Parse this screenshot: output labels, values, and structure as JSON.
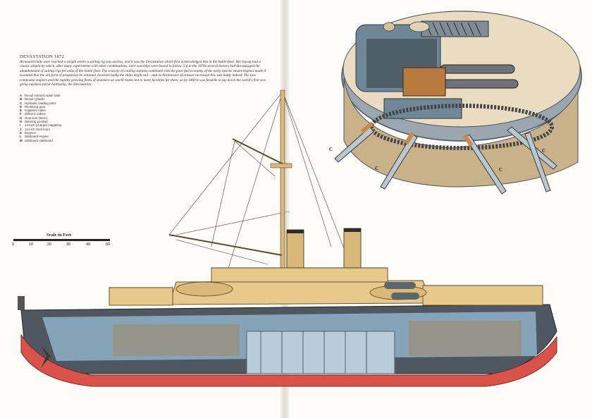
{
  "caption": {
    "title": "DEVASTATION 1872",
    "body": "Armoured hulls were reached a weight where a sailing rig was useless, and it was the Devastation which first acknowledged this in the battle-fleet. Her layout had a classic simplicity which, after many experiments with other combinations, later warships were bound to follow. Up to the 1870s several factors had discouraged the abandonment of sailing rigs for units of the battle-fleet. The scarcity of coaling stations combined with the poor fuel economy of the early marine steam-engines made it essential that the old form of propulsion be retained, however badly the ships might sail – and as thicknesses of armour increased this was badly indeed. The new compound engines and the rapidly growing fleets of steamers on world routes led to more facilities for them; so by 1869 it was feasible to lay down the world's first sea-going mastless turret-battleship, the Devastation."
  },
  "key": [
    {
      "letter": "A",
      "text": "Recoil exhaust water tank"
    },
    {
      "letter": "B",
      "text": "Recoil cylinder"
    },
    {
      "letter": "C",
      "text": "Hydraulic loading rams"
    },
    {
      "letter": "D",
      "text": "Revolving gear"
    },
    {
      "letter": "E",
      "text": "Captain's cabin"
    },
    {
      "letter": "F",
      "text": "Officers' cabins"
    },
    {
      "letter": "G",
      "text": "Gunroom (store)"
    },
    {
      "letter": "H",
      "text": "Steering position"
    },
    {
      "letter": "I",
      "text": "12-inch (charge) magazine"
    },
    {
      "letter": "J",
      "text": "12-inch shell room"
    },
    {
      "letter": "K",
      "text": "Engines"
    },
    {
      "letter": "L",
      "text": "Starboard engine"
    },
    {
      "letter": "M",
      "text": "Starboard sideboard"
    }
  ],
  "scale": {
    "label": "Scale in Feet",
    "ticks": [
      "0",
      "10",
      "20",
      "30",
      "40",
      "50"
    ]
  },
  "turret_callouts": [
    "C",
    "C",
    "C",
    "C"
  ],
  "colors": {
    "hull_red": "#d9534a",
    "hull_dark": "#4f5860",
    "deck_tan": "#e8c98c",
    "funnel": "#d9b878",
    "steel_blue": "#8fb2c8",
    "turret_steel": "#6f8797"
  }
}
